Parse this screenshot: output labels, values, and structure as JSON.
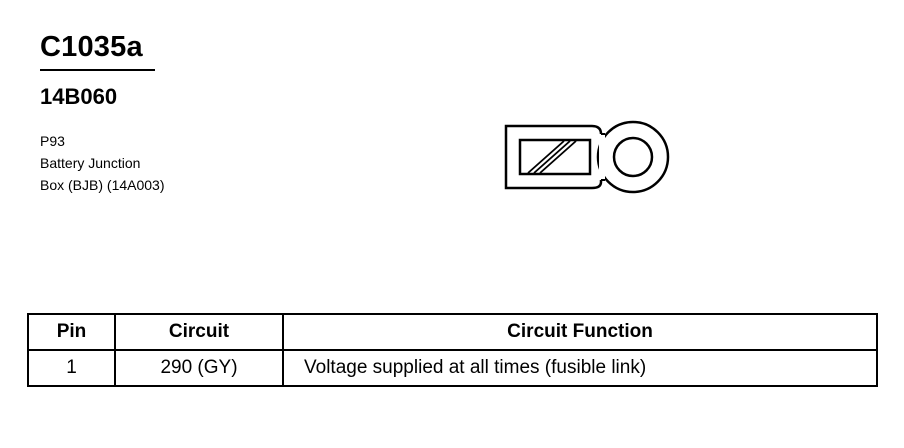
{
  "connector": {
    "id": "C1035a",
    "part_number": "14B060",
    "description_lines": [
      "P93",
      "Battery Junction",
      "Box (BJB) (14A003)"
    ]
  },
  "pin_table": {
    "headers": [
      "Pin",
      "Circuit",
      "Circuit Function"
    ],
    "rows": [
      {
        "pin": "1",
        "circuit": "290 (GY)",
        "function": "Voltage supplied at all times (fusible link)"
      }
    ]
  }
}
